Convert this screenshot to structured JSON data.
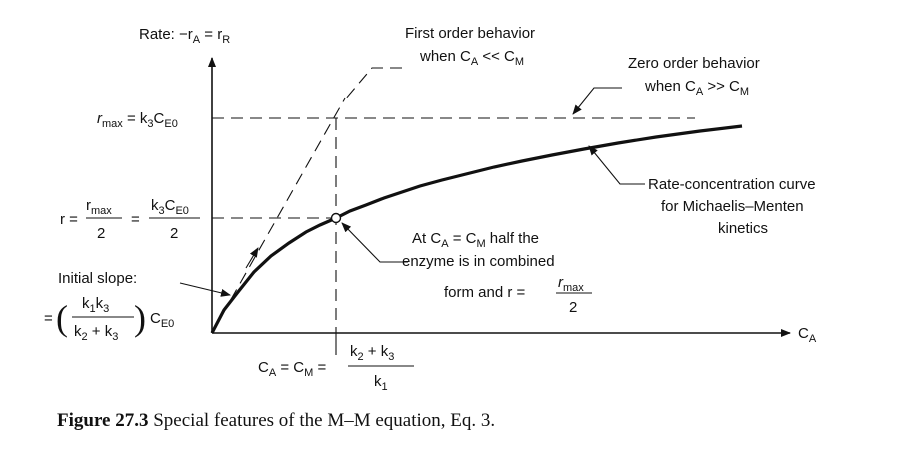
{
  "axes": {
    "y_label_prefix": "Rate: −r",
    "y_label_sub_A": "A",
    "y_label_eq": " = r",
    "y_label_sub_R": "R",
    "x_label": "C",
    "x_label_sub": "A"
  },
  "rmax_label": {
    "r": "r",
    "sub": "max",
    "eq": " = k",
    "k_sub": "3",
    "c": "C",
    "c_sub": "E0"
  },
  "rhalf_label": {
    "r_eq": "r =",
    "num1": "r",
    "num1_sub": "max",
    "den1": "2",
    "eq": "=",
    "num2": "k",
    "num2_sub": "3",
    "num2_c": "C",
    "num2_csub": "E0",
    "den2": "2"
  },
  "initial_slope": {
    "title": "Initial slope:",
    "eq": "=",
    "num": "k",
    "num_sub1": "1",
    "num_k": "k",
    "num_sub2": "3",
    "den": "k",
    "den_sub1": "2",
    "den_plus": " + k",
    "den_sub2": "3",
    "c": "C",
    "c_sub": "E0"
  },
  "first_order": {
    "line1": "First order behavior",
    "line2_pre": "when C",
    "line2_sub1": "A",
    "line2_mid": " << C",
    "line2_sub2": "M"
  },
  "zero_order": {
    "line1": "Zero order behavior",
    "line2_pre": "when C",
    "line2_sub1": "A",
    "line2_mid": " >> C",
    "line2_sub2": "M"
  },
  "rate_curve": {
    "line1": "Rate-concentration curve",
    "line2": "for Michaelis–Menten",
    "line3": "kinetics"
  },
  "half_enzyme": {
    "line1_pre": "At C",
    "line1_sub1": "A",
    "line1_mid": " = C",
    "line1_sub2": "M",
    "line1_post": " half the",
    "line2": "enzyme is in combined",
    "line3_pre": "form and r =",
    "frac_num": "r",
    "frac_num_sub": "max",
    "frac_den": "2"
  },
  "cm_label": {
    "c": "C",
    "c_sub": "A",
    "eq": " = C",
    "m_sub": "M",
    "eq2": " =",
    "num": "k",
    "num_sub1": "2",
    "num_plus": " + k",
    "num_sub2": "3",
    "den": "k",
    "den_sub": "1"
  },
  "caption": {
    "bold": "Figure 27.3",
    "text": " Special features of the M–M equation, Eq. 3."
  }
}
